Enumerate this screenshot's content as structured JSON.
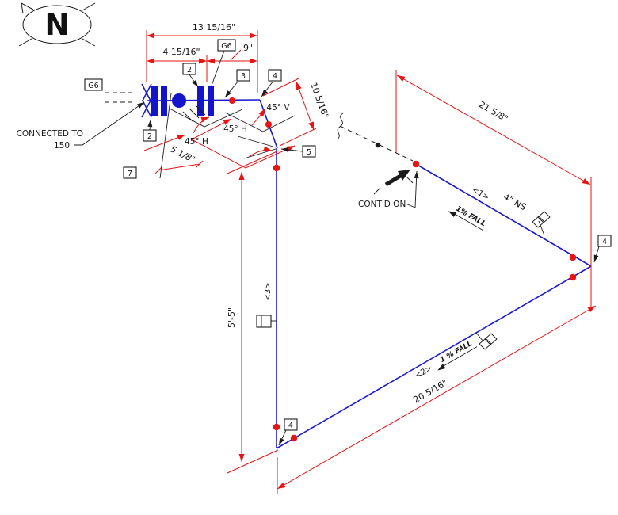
{
  "colors": {
    "pipe_blue": "#1a1ace",
    "dimension_red": "#e81313",
    "ink_black": "#1b1b1b"
  },
  "north": {
    "letter": "N"
  },
  "callouts": {
    "g6_left": "G6",
    "g6_top": "G6",
    "tag2_top": "2",
    "tag2_left": "2",
    "tag3": "3",
    "tag4_top": "4",
    "tag4_bottom": "4",
    "tag4_right": "4",
    "tag5": "5",
    "tag7": "7"
  },
  "notes": {
    "connected_to_line1": "CONNECTED TO",
    "connected_to_line2": "150",
    "contd_on": "CONT'D ON"
  },
  "dims": {
    "overall_top": "13 15/16\"",
    "sub_left": "4 15/16\"",
    "sub_right": "9\"",
    "riser_offset": "10 5/16\"",
    "horiz_offset": "5 1/8\"",
    "drop": "5'-5\"",
    "run_north": "21 5/8\"",
    "run_south": "20 5/16\""
  },
  "angles": {
    "v": "45° V",
    "h_left": "45° H",
    "h_right": "45° H"
  },
  "lines": {
    "spool1": "<1>",
    "size1": "4\" NS",
    "fall1": "1% FALL",
    "spool2": "<2>",
    "fall2": "1 % FALL",
    "spool3": "<3>"
  }
}
